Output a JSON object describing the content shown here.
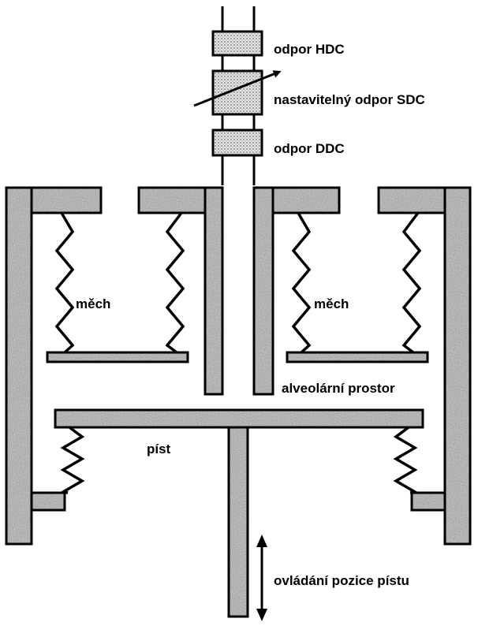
{
  "colors": {
    "outline": "#000000",
    "granite_base": "#9a9a9a",
    "resistor_fill": "#e0e0e0",
    "background": "#ffffff"
  },
  "labels": {
    "resistor_hdc": "odpor HDC",
    "resistor_sdc": "nastavitelný odpor SDC",
    "resistor_ddc": "odpor DDC",
    "bellows_left": "měch",
    "bellows_right": "měch",
    "alveolar_space": "alveolární prostor",
    "piston": "píst",
    "piston_control": "ovládání pozice pístu"
  }
}
